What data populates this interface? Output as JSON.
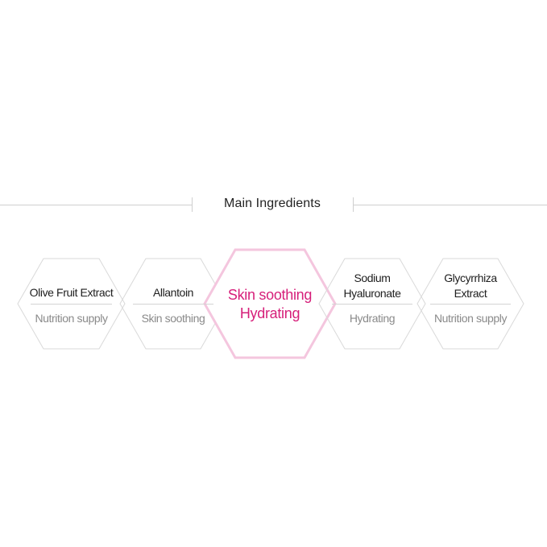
{
  "header": {
    "title": "Main Ingredients"
  },
  "ingredients": [
    {
      "name_lines": [
        "Olive Fruit Extract"
      ],
      "benefit": "Nutrition supply"
    },
    {
      "name_lines": [
        "Allantoin"
      ],
      "benefit": "Skin soothing"
    },
    {
      "featured": true,
      "lines": [
        "Skin soothing",
        "Hydrating"
      ]
    },
    {
      "name_lines": [
        "Sodium",
        "Hyaluronate"
      ],
      "benefit": "Hydrating"
    },
    {
      "name_lines": [
        "Glycyrrhiza",
        "Extract"
      ],
      "benefit": "Nutrition supply"
    }
  ],
  "colors": {
    "hex_border": "#d9d9d9",
    "featured_border": "#f4c6de",
    "featured_text": "#d61f7a",
    "benefit_text": "#8a8a8a",
    "name_text": "#1e1e1e"
  }
}
